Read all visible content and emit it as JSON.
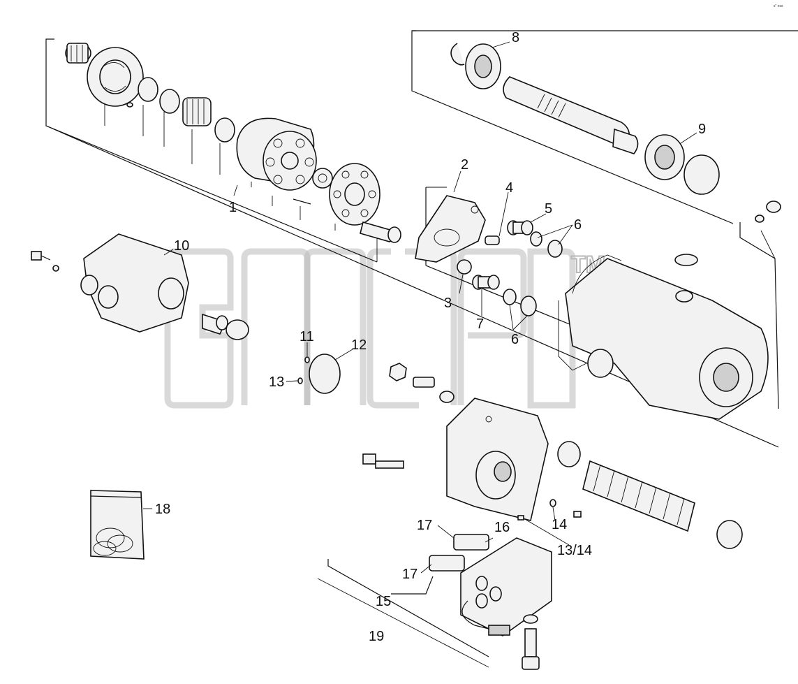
{
  "diagram": {
    "corner_mark": "s\" ess",
    "watermark_tm": "TM",
    "callouts": {
      "c1": "1",
      "c2": "2",
      "c3": "3",
      "c4": "4",
      "c5": "5",
      "c6a": "6",
      "c6b": "6",
      "c7": "7",
      "c8": "8",
      "c9": "9",
      "c10": "10",
      "c11": "11",
      "c12": "12",
      "c13": "13",
      "c13_14": "13/14",
      "c14": "14",
      "c15": "15",
      "c16": "16",
      "c17a": "17",
      "c17b": "17",
      "c18": "18",
      "c19": "19"
    }
  }
}
